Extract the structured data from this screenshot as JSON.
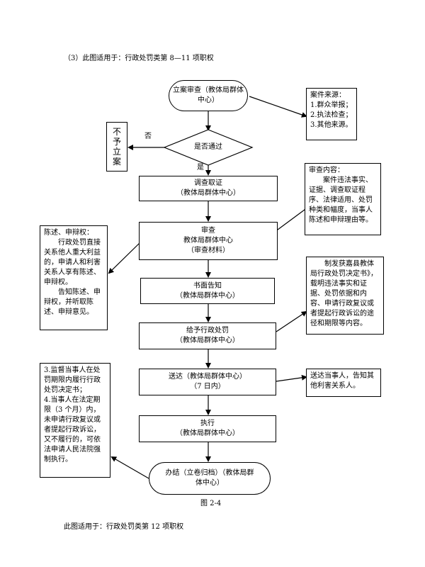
{
  "header": {
    "note": "（3）此图适用于：行政处罚类第 8—11 项职权"
  },
  "flow": {
    "start": [
      "立案审查（教体局群体",
      "中心）"
    ],
    "decision": "是否通过",
    "no_label": "否",
    "yes_label": "是",
    "reject": "不予立案",
    "investigate": [
      "调查取证",
      "（教体局群体中心）"
    ],
    "review": [
      "审查",
      "教体局群体中心",
      "（审查材料）"
    ],
    "notify": [
      "书面告知",
      "（教体局群体中心）"
    ],
    "penalty": [
      "给予行政处罚",
      "（教体局群体中心）"
    ],
    "deliver": [
      "送达（教体局群体中心）",
      "（7 日内）"
    ],
    "execute": [
      "执行",
      "（教体局群体中心）"
    ],
    "close": [
      "办结（立卷归档）（教体局群",
      "体中心）"
    ]
  },
  "notes": {
    "sources": [
      "案件来源：",
      "1.群众举报；",
      "2.执法检查；",
      "3.其他来源。"
    ],
    "review_content": [
      "审查内容：",
      "案件违法事实、证据、调查取证程序、法律适用、处罚种类和幅度，当事人陈述和申辩理由等。"
    ],
    "statement": [
      "陈述、申辩权：",
      "行政处罚直接关系他人重大利益的，申请人和利害关系人享有陈述、申辩权。",
      "告知陈述、申辩权，并听取陈述、申辩意见。"
    ],
    "decision_doc": [
      "制发获嘉县教体局行政处罚决定书》，载明违法事实和证据、处罚依据和内容、申请行政复议或者提起行政诉讼的途径和期限等内容。"
    ],
    "delivery": [
      "送达当事人，告知其他利害关系人。"
    ],
    "supervision": [
      "3.监督当事人在处罚期限内履行行政处罚决定书；",
      "4.当事人在法定期限（3 个月）内，未申请行政复议或者提起行政诉讼，又不履行的，可依法申请人民法院强制执行。"
    ]
  },
  "caption": "图  2-4",
  "footer": {
    "note": "此图适用于：行政处罚类第 12 项职权"
  }
}
